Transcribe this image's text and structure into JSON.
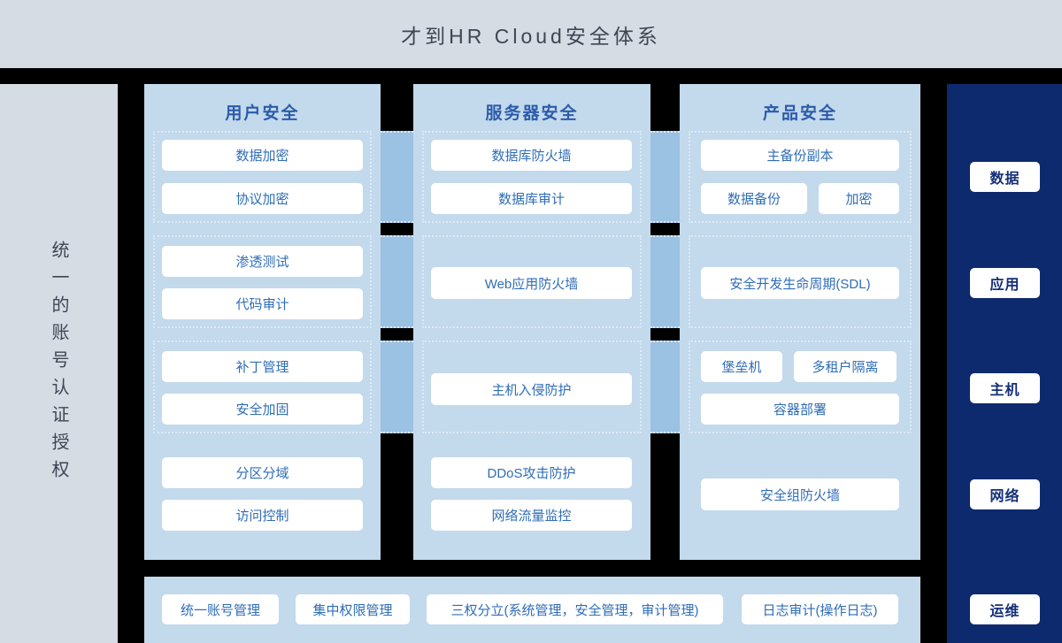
{
  "title": "才到HR Cloud安全体系",
  "left_sidebar": {
    "label": "统一的账号认证授权"
  },
  "columns": [
    {
      "title": "用户安全",
      "groups": [
        {
          "boxes": [
            "数据加密",
            "协议加密"
          ]
        },
        {
          "boxes": [
            "渗透测试",
            "代码审计"
          ]
        },
        {
          "boxes": [
            "补丁管理",
            "安全加固"
          ]
        },
        {
          "boxes": [
            "分区分域",
            "访问控制"
          ]
        }
      ]
    },
    {
      "title": "服务器安全",
      "groups": [
        {
          "boxes": [
            "数据库防火墙",
            "数据库审计"
          ]
        },
        {
          "boxes": [
            "Web应用防火墙"
          ]
        },
        {
          "boxes": [
            "主机入侵防护"
          ]
        },
        {
          "boxes": [
            "DDoS攻击防护",
            "网络流量监控"
          ]
        }
      ]
    },
    {
      "title": "产品安全",
      "groups": [
        {
          "boxes": [
            "主备份副本",
            "数据备份",
            "加密"
          ]
        },
        {
          "boxes": [
            "安全开发生命周期(SDL)"
          ]
        },
        {
          "boxes": [
            "堡垒机",
            "多租户隔离",
            "容器部署"
          ]
        },
        {
          "boxes": [
            "安全组防火墙"
          ]
        }
      ]
    }
  ],
  "right_sidebar": {
    "items": [
      "数据",
      "应用",
      "主机",
      "网络",
      "运维"
    ]
  },
  "bottom_bar": {
    "items": [
      "统一账号管理",
      "集中权限管理",
      "三权分立(系统管理，安全管理，审计管理)",
      "日志审计(操作日志)"
    ]
  },
  "colors": {
    "header-bg": "#d6dce4",
    "panel-bg": "#c3d9ec",
    "bridge": "#9bc1e3",
    "navy": "#0e2a6e",
    "box-text": "#2f6db6",
    "column-title": "#2b5cab",
    "navy-box-text": "#142f79",
    "title-text": "#3e4654",
    "dotted": "#dceaf7"
  }
}
